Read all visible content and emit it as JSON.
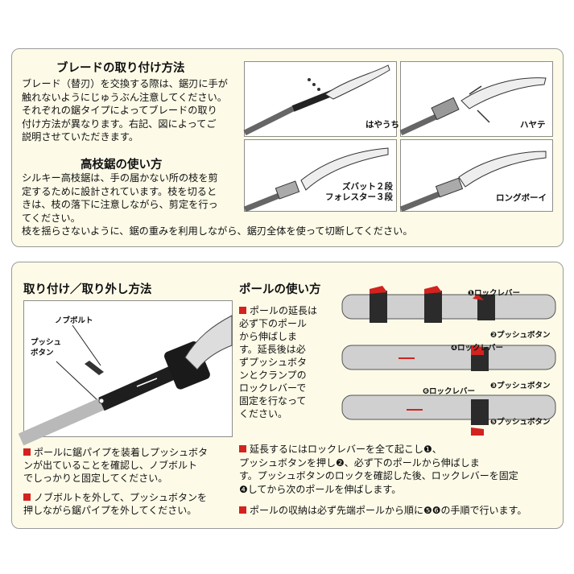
{
  "top": {
    "blade_title": "ブレードの取り付け方法",
    "blade_text": "ブレード（替刃）を交換する際は、鋸刃に手が\n触れないようにじゅうぶん注意してください。\nそれぞれの鋸タイプによってブレードの取り\n付け方法が異なります。右記、図によってご\n説明させていただきます。",
    "pole_saw_title": "高枝鋸の使い方",
    "pole_saw_text": "シルキー高枝鋸は、手の届かない所の枝を剪\n定するために設計されています。枝を切ると\nきは、枝の落下に注意しながら、剪定を行っ\nてください。",
    "pole_saw_text_last": "枝を揺らさないように、鋸の重みを利用しながら、鋸刃全体を使って切断してください。",
    "fig_labels": [
      "はやうち",
      "ハヤテ",
      "ズバット２段\nフォレスター３段",
      "ロングボーイ"
    ]
  },
  "bottom": {
    "attach_title": "取り付け／取り外し方法",
    "label_nobbolt": "ノブボルト",
    "label_push": "プッシュ\nボタン",
    "attach_item1": "ポールに鋸パイプを装着しプッシュボタ\nンが出ていることを確認し、ノブボルト\nでしっかりと固定してください。",
    "attach_item2": "ノブボルトを外して、プッシュボタンを\n押しながら鋸パイプを外してください。",
    "pole_title": "ポールの使い方",
    "pole_item1": "ポールの延長は\n必ず下のポール\nから伸ばしま\nす。延長後は必\nずプッシュボタ\nンとクランプの\nロックレバーで\n固定を行なって\nください。",
    "pole_item2": "延長するにはロックレバーを全て起こし❶、\nプッシュボタンを押し❷、必ず下のポールから伸ばしま\nす。プッシュボタンのロックを確認した後、ロックレバーを固定\n❹してから次のポールを伸ばします。",
    "pole_item3": "ポールの収納は必ず先端ポールから順に❺❻の手順で行います。",
    "pole_labels": {
      "l1": "❶ロックレバー",
      "l2": "❷プッシュボタン",
      "l3": "❹ロックレバー",
      "l4": "❸プッシュボタン",
      "l5": "❻ロックレバー",
      "l6": "❺プッシュボタン"
    },
    "colors": {
      "accent_red": "#d2231f",
      "panel_bg": "#fdfbe8"
    }
  }
}
